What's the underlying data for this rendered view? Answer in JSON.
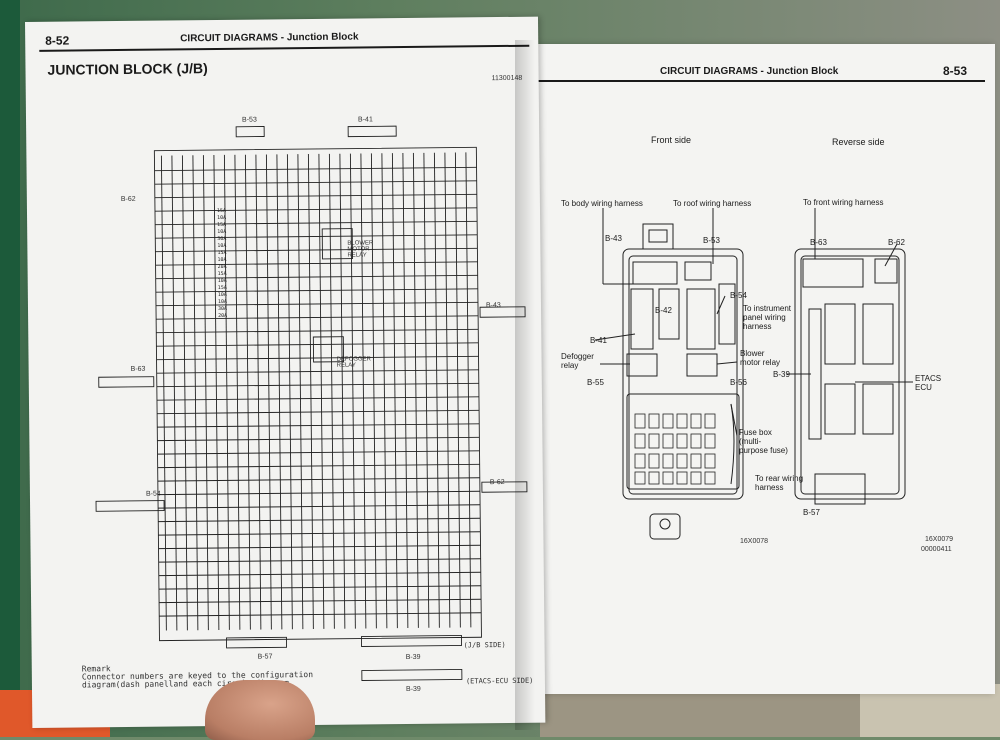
{
  "left_page": {
    "page_number": "8-52",
    "header": "CIRCUIT DIAGRAMS - Junction Block",
    "title": "JUNCTION BLOCK (J/B)",
    "ref_code": "11300148",
    "connectors": {
      "b53": "B-53",
      "b41": "B-41",
      "b62a": "B-62",
      "b43": "B-43",
      "b63": "B-63",
      "b54": "B-54",
      "b62": "B-62",
      "b57": "B-57",
      "b39": "B-39",
      "b39b": "B-39"
    },
    "relays": {
      "blower": "BLOWER MOTOR RELAY",
      "defogger": "DEFOGGER RELAY"
    },
    "fuse_ratings": [
      "15A",
      "10A",
      "15A",
      "10A",
      "30A",
      "10A",
      "15A",
      "10A",
      "20A",
      "15A",
      "10A",
      "15A",
      "10A",
      "10A",
      "30A",
      "20A"
    ],
    "side_labels": {
      "jb_side": "(J/B SIDE)",
      "etacs_side": "(ETACS-ECU SIDE)"
    },
    "remark": "Remark\nConnector numbers are keyed to the configuration diagram(dash panelland each circuit diagram."
  },
  "right_page": {
    "header": "CIRCUIT DIAGRAMS - Junction Block",
    "page_number": "8-53",
    "front_side": "Front side",
    "reverse_side": "Reverse side",
    "labels": {
      "to_body": "To body wiring harness",
      "to_roof": "To roof wiring harness",
      "to_front": "To front wiring harness",
      "b43": "B-43",
      "b53": "B-53",
      "b54": "B-54",
      "b42": "B-42",
      "b41": "B-41",
      "b55": "B-55",
      "b56": "B-56",
      "b63": "B-63",
      "b62": "B-62",
      "b39": "B-39",
      "b57": "B-57",
      "to_instrument": "To instrument panel wiring harness",
      "defogger": "Defogger relay",
      "blower": "Blower motor relay",
      "fuse_box": "Fuse box (multi-purpose fuse)",
      "etacs": "ETACS ECU",
      "to_rear": "To rear wiring harness",
      "code_front": "16X0078",
      "code_rev1": "16X0079",
      "code_rev2": "00000411"
    }
  }
}
